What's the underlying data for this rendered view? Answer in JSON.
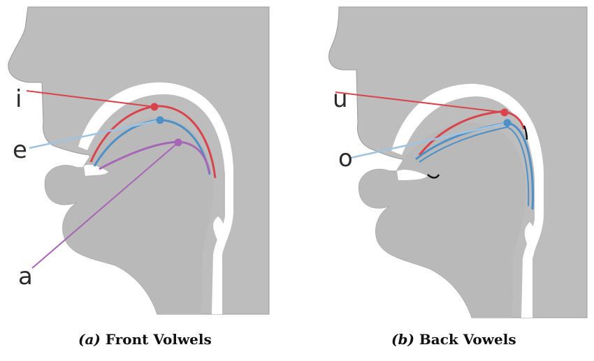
{
  "colors": {
    "head": "#bdbdbd",
    "head_outline": "#9a9a9a",
    "cavity": "#ffffff",
    "tongue": "#b9b9b9",
    "i_line": "#d9434b",
    "e_line": "#4d8fc6",
    "a_line": "#a765b5",
    "u_line": "#d9434b",
    "o_line": "#4d8fc6",
    "outline_dark": "#111111"
  },
  "panels": [
    {
      "id": "front",
      "caption_tag": "(a)",
      "caption_text": "Front Volwels",
      "vowels": [
        {
          "label": "i",
          "color_key": "i_line"
        },
        {
          "label": "e",
          "color_key": "e_line"
        },
        {
          "label": "a",
          "color_key": "a_line"
        }
      ]
    },
    {
      "id": "back",
      "caption_tag": "(b)",
      "caption_text": "Back Vowels",
      "vowels": [
        {
          "label": "u",
          "color_key": "u_line"
        },
        {
          "label": "o",
          "color_key": "o_line"
        }
      ]
    }
  ]
}
